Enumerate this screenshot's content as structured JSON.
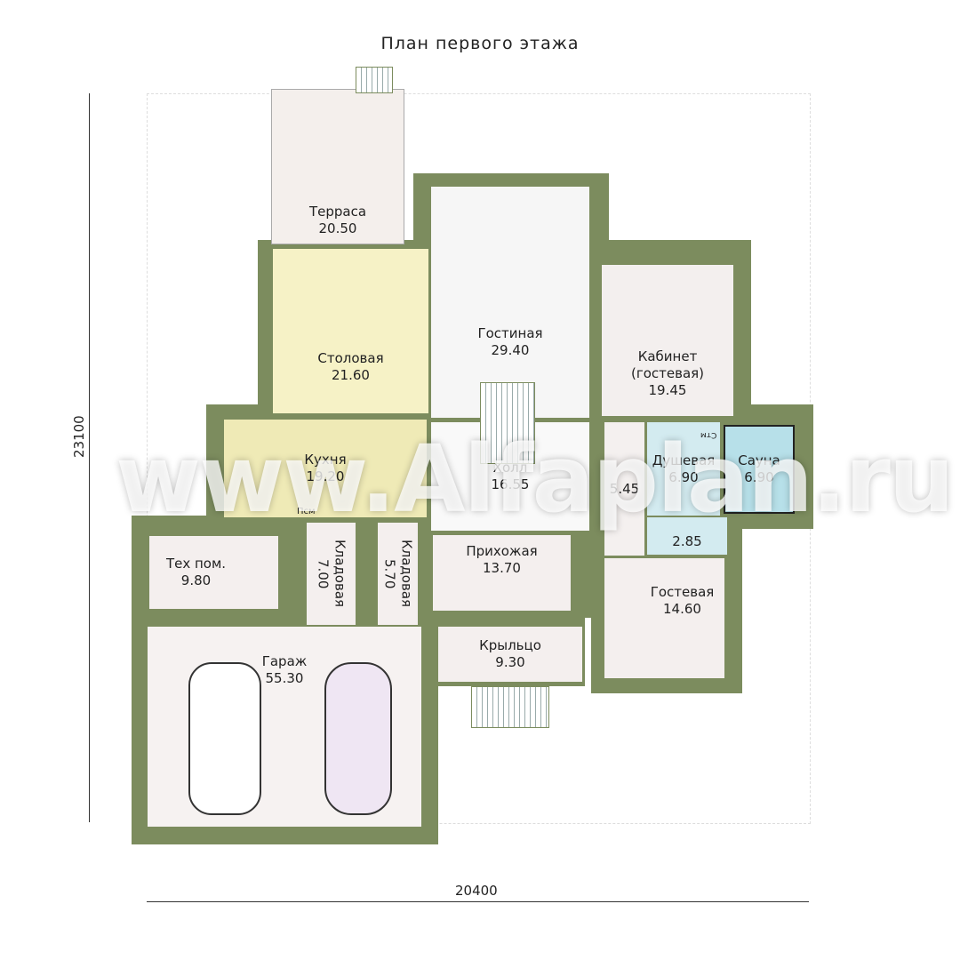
{
  "title": "План первого этажа",
  "watermark": "www.Alfaplan.ru",
  "dimensions": {
    "height": "23100",
    "width": "20400"
  },
  "colors": {
    "wall": "#7c8c5e",
    "dining": "#f6f2c6",
    "kitchen": "#efeab6",
    "sauna": "#b7e0e9",
    "shower": "#d3ebf0"
  },
  "rooms": [
    {
      "name": "Терраса",
      "area": "20.50"
    },
    {
      "name": "Столовая",
      "area": "21.60"
    },
    {
      "name": "Гостиная",
      "area": "29.40"
    },
    {
      "name": "Кабинет",
      "sub": "(гостевая)",
      "area": "19.45"
    },
    {
      "name": "Кухня",
      "area": "19.20"
    },
    {
      "name": "Холл",
      "area": "16.55"
    },
    {
      "name": "",
      "area": "5.45"
    },
    {
      "name": "Душевая",
      "area": "6.90"
    },
    {
      "name": "Сауна",
      "area": "6.90"
    },
    {
      "name": "",
      "area": "2.85"
    },
    {
      "name": "Тех пом.",
      "area": "9.80"
    },
    {
      "name": "Кладовая",
      "area": "7.00"
    },
    {
      "name": "Кладовая",
      "area": "5.70"
    },
    {
      "name": "Прихожая",
      "area": "13.70"
    },
    {
      "name": "Гостевая",
      "area": "14.60"
    },
    {
      "name": "Крыльцо",
      "area": "9.30"
    },
    {
      "name": "Гараж",
      "area": "55.30"
    }
  ],
  "labels": {
    "psm": "Псм",
    "stm": "Стм"
  }
}
